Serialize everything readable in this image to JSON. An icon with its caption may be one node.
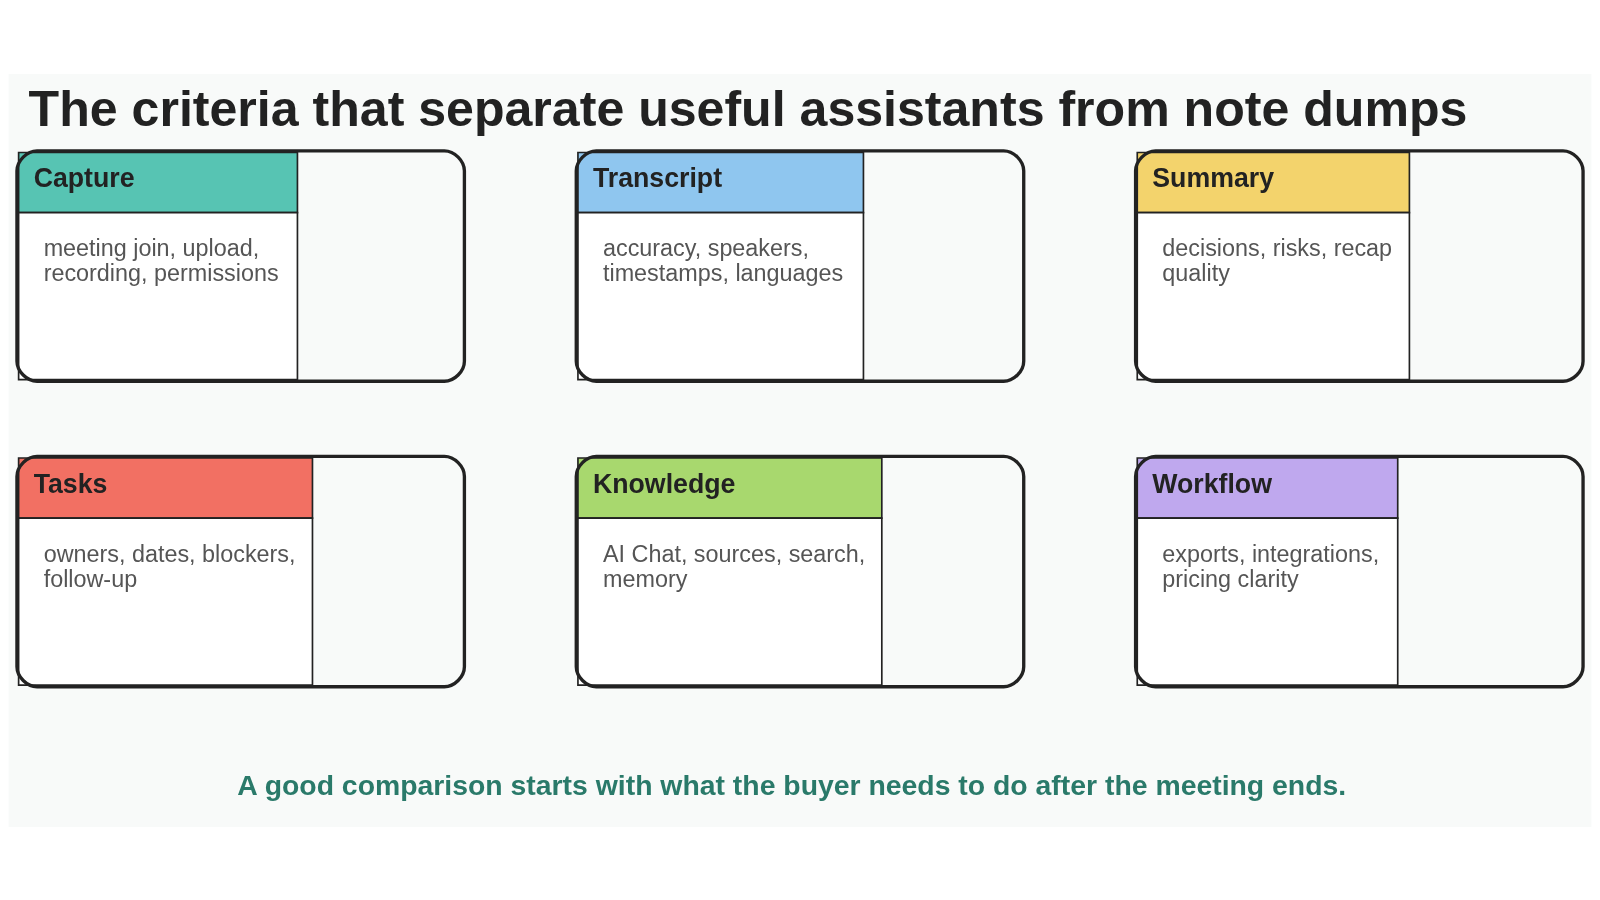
{
  "diagram": {
    "title": "The criteria that separate useful assistants from note dumps",
    "caption": "A good comparison starts with what the buyer needs to do after the meeting ends.",
    "nodes": [
      {
        "text": [
          "Capture",
          "meeting join, upload, recording, permissions"
        ]
      },
      {
        "text": [
          "Transcript",
          "accuracy, speakers, timestamps, languages"
        ]
      },
      {
        "text": [
          "Summary",
          "decisions, risks, recap quality"
        ]
      },
      {
        "text": [
          "Tasks",
          "owners, dates, blockers, follow-up"
        ]
      },
      {
        "text": [
          "Knowledge",
          "AI Chat, sources, search, memory"
        ]
      },
      {
        "text": [
          "Workflow",
          "exports, integrations, pricing clarity"
        ]
      }
    ],
    "edges": []
  }
}
